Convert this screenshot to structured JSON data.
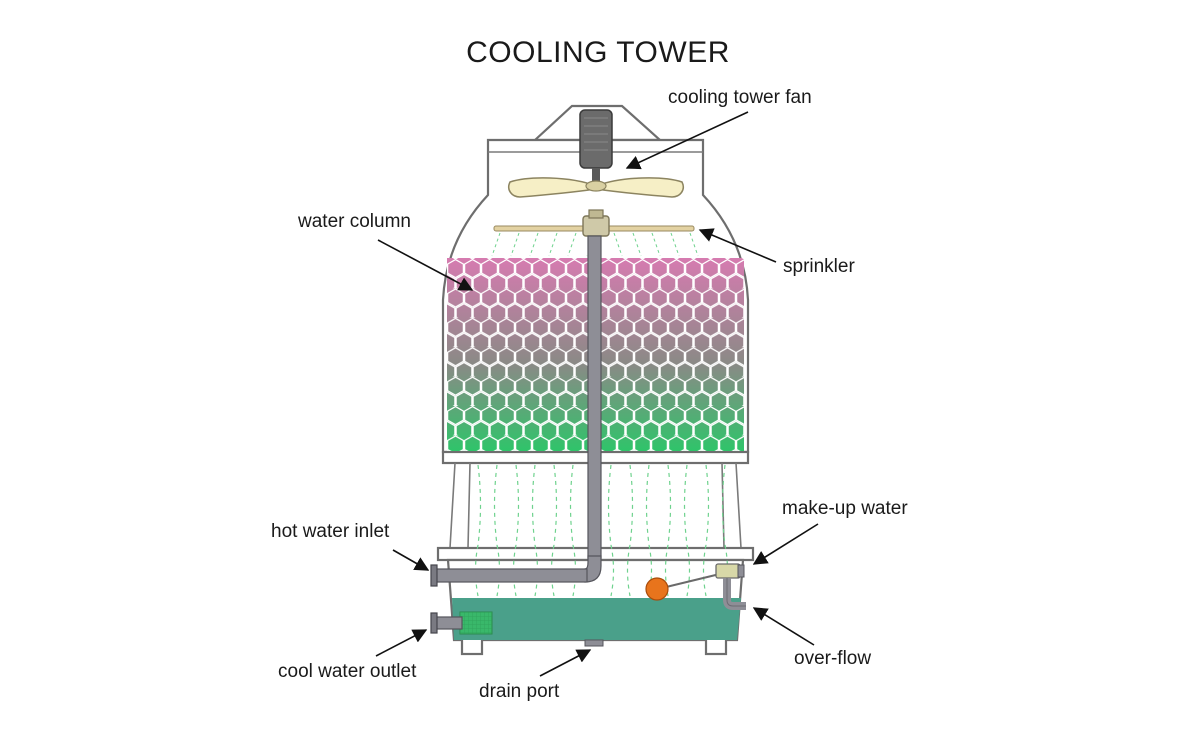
{
  "title": "COOLING TOWER",
  "labels": {
    "fan": "cooling tower fan",
    "water_column": "water column",
    "sprinkler": "sprinkler",
    "hot_water_inlet": "hot water inlet",
    "make_up_water": "make-up water",
    "cool_water_outlet": "cool water outlet",
    "drain_port": "drain port",
    "over_flow": "over-flow"
  },
  "colors": {
    "fill_top": "#d67bb0",
    "fill_bottom": "#2fc46a",
    "basin_water": "#4aa08a",
    "fan_blade": "#f6efc6",
    "motor": "#6b6b6b",
    "pipe": "#8e8e96",
    "float_ball": "#e8741c",
    "spray": "#6fd28e"
  }
}
